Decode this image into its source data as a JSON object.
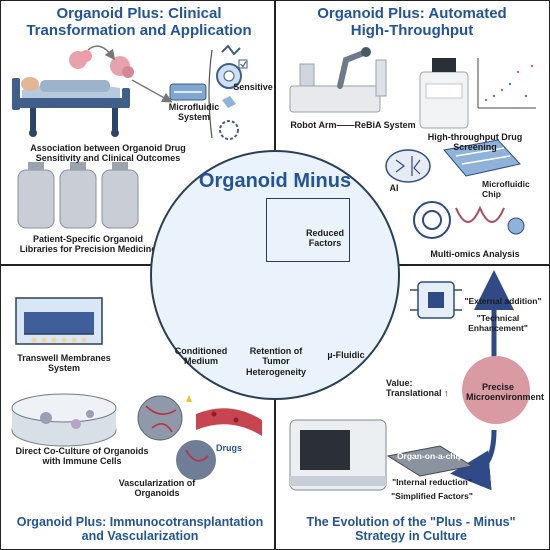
{
  "center": {
    "title": "Organoid Minus",
    "reduced_factors": "Reduced\nFactors",
    "branches": [
      "Conditioned\nMedium",
      "Retention of Tumor\nHeterogeneity",
      "µ-Fluidic"
    ]
  },
  "top_left": {
    "title": "Organoid Plus: Clinical\nTransformation and Application",
    "microfluidic": "Microfluidic\nSystem",
    "sensitive": "Sensitive",
    "association": "Association between Organoid Drug\nSensitivity and Clinical Outcomes",
    "libraries": "Patient-Specific Organoid\nLibraries for Precision Medicine"
  },
  "top_right": {
    "title": "Organoid Plus: Automated\nHigh-Throughput",
    "robot": "Robot Arm——ReBiA System",
    "screening": "High-throughput Drug\nScreening",
    "ai": "AI",
    "chip": "Microfluidic Chip",
    "omics": "Multi-omics Analysis"
  },
  "bottom_left": {
    "title": "Organoid Plus: Immunocotransplantation\nand Vascularization",
    "transwell": "Transwell Membranes\nSystem",
    "coculture": "Direct Co-Culture of Organoids\nwith Immune Cells",
    "drugs": "Drugs",
    "vascularization": "Vascularization of\nOrganoids"
  },
  "bottom_right": {
    "title": "The Evolution of the \"Plus - Minus\"\nStrategy in Culture",
    "external": "\"External addition\"",
    "technical": "\"Technical Enhancement\"",
    "value": "Value:\nTranslational ↑",
    "precise": "Precise\nMicroenvironment",
    "organ_chip": "Organ-on-a-chip",
    "internal": "\"Internal reduction\"",
    "simplified": "\"Simplified Factors\""
  },
  "colors": {
    "title_blue": "#23549b",
    "center_fill": "#eaf3fb",
    "organoid_pink": "#e6a3ad",
    "arrow_blue": "#2f4a86"
  }
}
